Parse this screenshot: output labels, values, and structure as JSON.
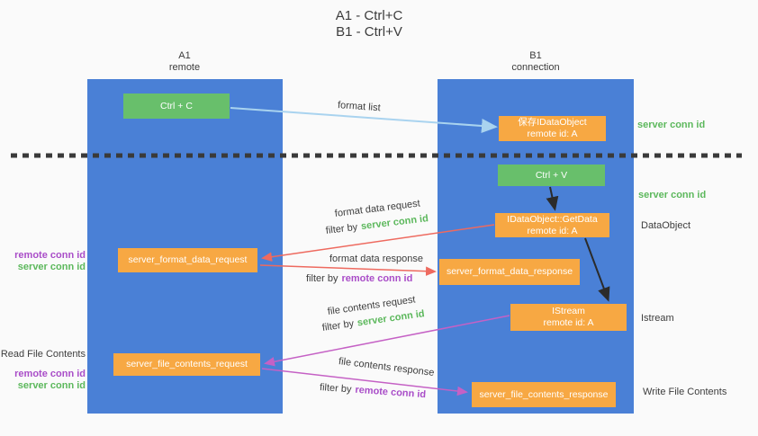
{
  "title": {
    "line1": "A1 - Ctrl+C",
    "line2": "B1 - Ctrl+V"
  },
  "lanes": {
    "left": {
      "name": "A1",
      "role": "remote"
    },
    "right": {
      "name": "B1",
      "role": "connection"
    }
  },
  "nodes": {
    "ctrl_c": {
      "label": "Ctrl + C"
    },
    "ctrl_v": {
      "label": "Ctrl + V"
    },
    "save_dataobject": {
      "line1": "保存IDataObject",
      "line2": "remote id: A"
    },
    "getdata": {
      "line1": "IDataObject::GetData",
      "line2": "remote id: A"
    },
    "istream": {
      "line1": "IStream",
      "line2": "remote id: A"
    },
    "server_format_data_request": {
      "label": "server_format_data_request"
    },
    "server_format_data_response": {
      "label": "server_format_data_response"
    },
    "server_file_contents_request": {
      "label": "server_file_contents_request"
    },
    "server_file_contents_response": {
      "label": "server_file_contents_response"
    }
  },
  "side_labels": {
    "server_conn_id": "server conn id",
    "remote_conn_id": "remote conn id",
    "dataobject": "DataObject",
    "istream": "Istream",
    "read_file_contents": "Read File Contents",
    "write_file_contents": "Write File Contents"
  },
  "arrow_labels": {
    "format_list": "format list",
    "format_data_request": "format data request",
    "format_data_response": "format data response",
    "file_contents_request": "file contents request",
    "file_contents_response": "file contents response",
    "filter_by": "filter by",
    "server_conn_id": "server conn id",
    "remote_conn_id": "remote conn id"
  },
  "colors": {
    "lane_blue": "#4a80d6",
    "box_green": "#68bf6b",
    "box_orange": "#f7a843",
    "text_green": "#5cb85c",
    "text_purple": "#a94dc8",
    "arrow_red": "#ee6a5f",
    "arrow_magenta": "#c561c5",
    "arrow_lightblue": "#a9d3ef",
    "arrow_black": "#2b2b2b",
    "background": "#fafafa"
  }
}
